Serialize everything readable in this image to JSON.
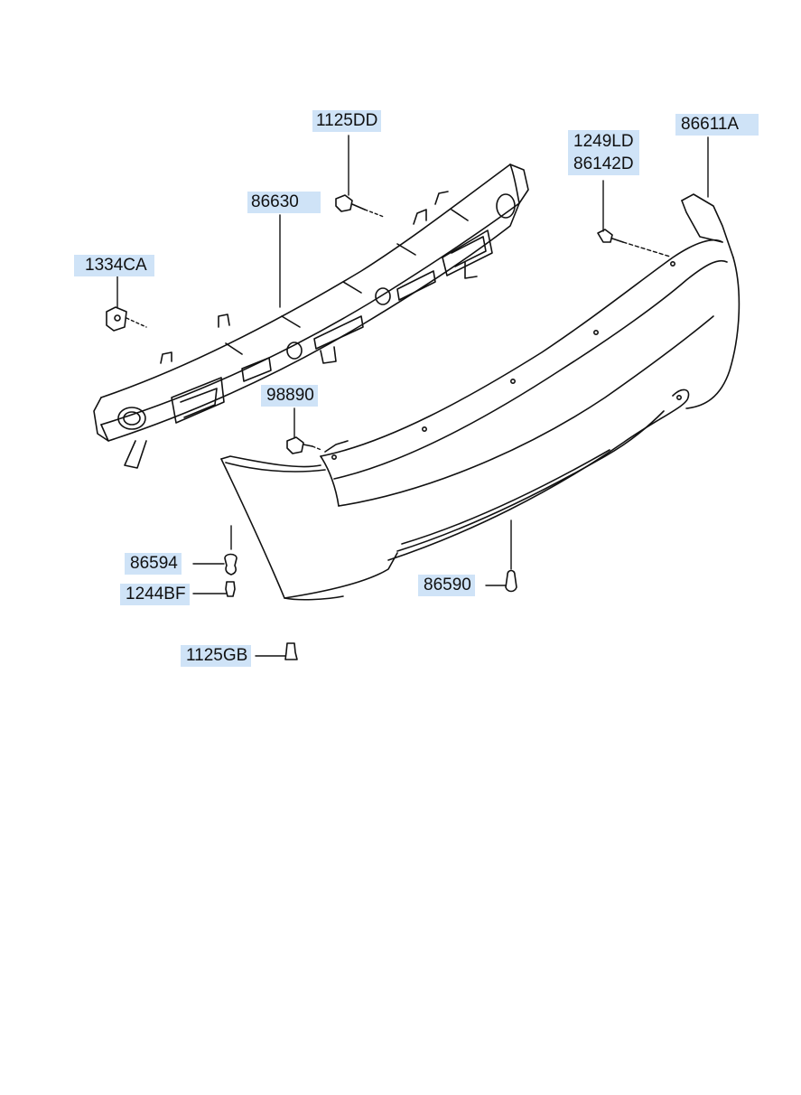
{
  "parts": {
    "p1125DD": "1125DD",
    "p1249LD": "1249LD",
    "p86142D": "86142D",
    "p86611A": "86611A",
    "p86630": "86630",
    "p1334CA": "1334CA",
    "p98890": "98890",
    "p86594": "86594",
    "p1244BF": "1244BF",
    "p86590": "86590",
    "p1125GB": "1125GB"
  },
  "colors": {
    "label_bg": "#cfe3f7",
    "line": "#111111"
  }
}
